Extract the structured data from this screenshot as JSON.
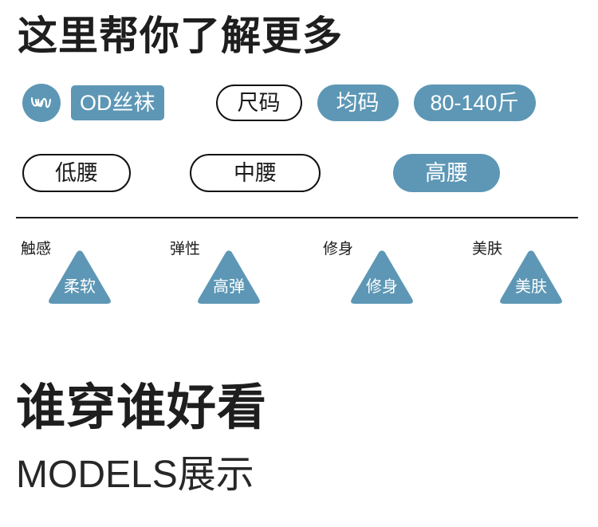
{
  "page": {
    "title": "这里帮你了解更多",
    "accent_color": "#5d97b5",
    "text_color": "#1e1e1e"
  },
  "tags": {
    "row1": {
      "brand_icon": "wave-logo-icon",
      "brand_name": "OD丝袜",
      "size_label": "尺码",
      "size_value": "均码",
      "weight_range": "80-140斤"
    },
    "row2": {
      "waist_low": "低腰",
      "waist_mid": "中腰",
      "waist_high": "高腰"
    }
  },
  "features": [
    {
      "label": "触感",
      "value": "柔软"
    },
    {
      "label": "弹性",
      "value": "高弹"
    },
    {
      "label": "修身",
      "value": "修身"
    },
    {
      "label": "美肤",
      "value": "美肤"
    }
  ],
  "models": {
    "heading": "谁穿谁好看",
    "subheading": "MODELS展示"
  }
}
